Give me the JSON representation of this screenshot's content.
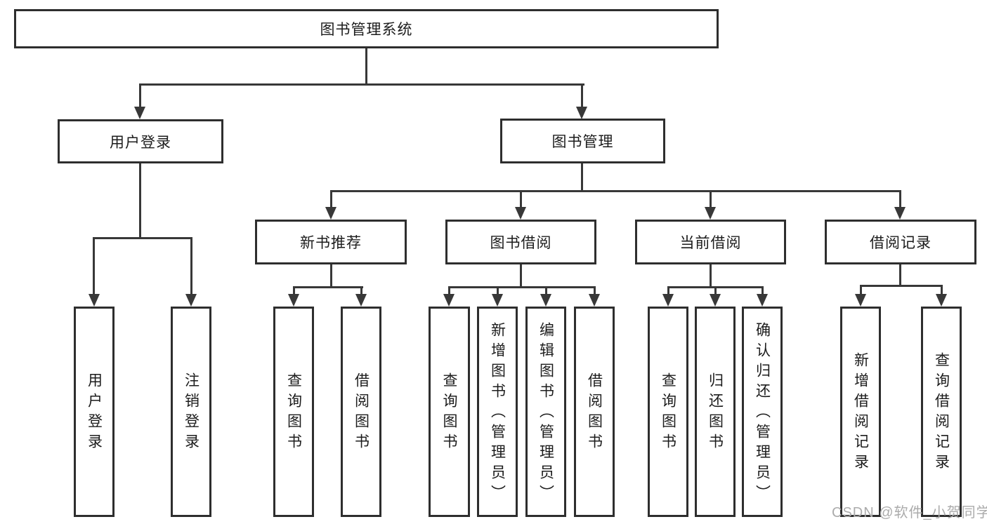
{
  "diagram": {
    "title": "图书管理系统",
    "root": {
      "label": "图书管理系统"
    },
    "level2": [
      {
        "label": "用户登录",
        "children": [
          {
            "label": "用户登录"
          },
          {
            "label": "注销登录"
          }
        ]
      },
      {
        "label": "图书管理",
        "groups": [
          {
            "label": "新书推荐",
            "children": [
              {
                "label": "查询图书"
              },
              {
                "label": "借阅图书"
              }
            ]
          },
          {
            "label": "图书借阅",
            "children": [
              {
                "label": "查询图书"
              },
              {
                "label": "新增图书（管理员）"
              },
              {
                "label": "编辑图书（管理员）"
              },
              {
                "label": "借阅图书"
              }
            ]
          },
          {
            "label": "当前借阅",
            "children": [
              {
                "label": "查询图书"
              },
              {
                "label": "归还图书"
              },
              {
                "label": "确认归还（管理员）"
              }
            ]
          },
          {
            "label": "借阅记录",
            "children": [
              {
                "label": "新增借阅记录"
              },
              {
                "label": "查询借阅记录"
              }
            ]
          }
        ]
      }
    ]
  },
  "watermark": {
    "text": "CSDN @软件_小贺同学"
  },
  "colors": {
    "line": "#383838",
    "box_border": "#2e2e2e",
    "text": "#1c1c1c",
    "watermark": "#ababab",
    "background": "#ffffff"
  }
}
